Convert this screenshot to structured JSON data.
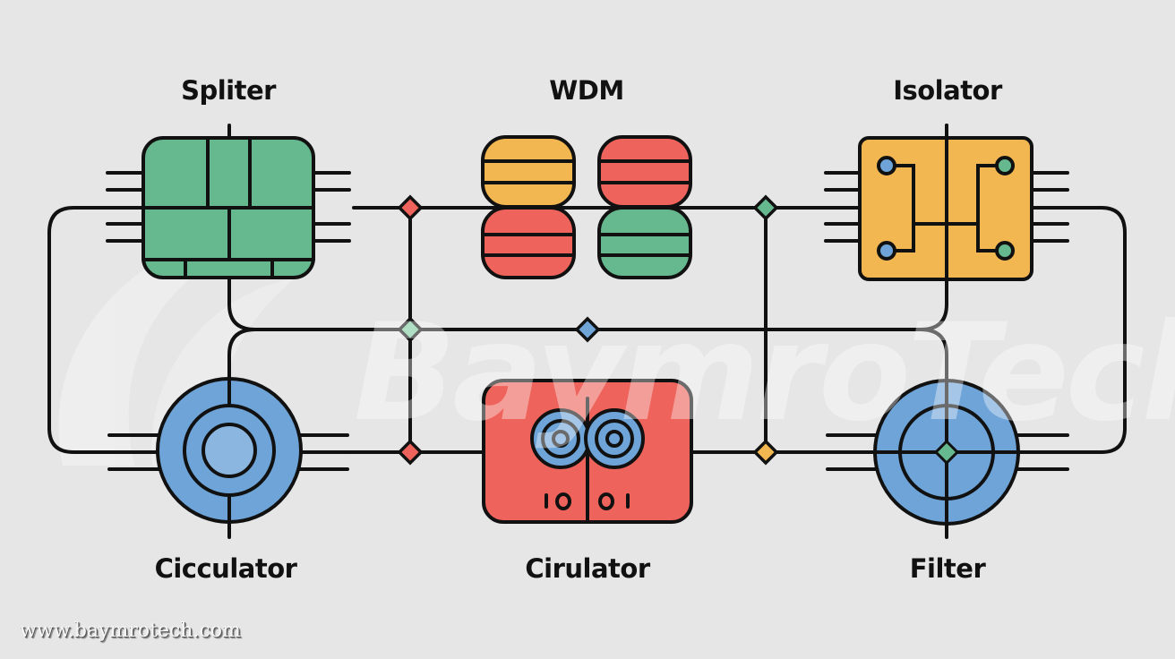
{
  "diagram": {
    "title": "Optical network components",
    "components": [
      {
        "id": "splitter",
        "label": "Spliter",
        "color": "#66b88e",
        "shape": "grid-chip"
      },
      {
        "id": "wdm",
        "label": "WDM",
        "colors": [
          "#f2b750",
          "#ee635b",
          "#ee635b",
          "#66b88e"
        ],
        "shape": "stacked-pills"
      },
      {
        "id": "isolator",
        "label": "Isolator",
        "color": "#f2b750",
        "port_colors": [
          "#6ea4d8",
          "#66b88e"
        ],
        "shape": "bracket-chip"
      },
      {
        "id": "circulator-left",
        "label": "Cicculator",
        "color": "#6ea4d8",
        "shape": "concentric-circle"
      },
      {
        "id": "circulator-center",
        "label": "Cirulator",
        "color": "#ee635b",
        "inner_color": "#6ea4d8",
        "text": "10|01",
        "shape": "dual-ring-box"
      },
      {
        "id": "filter",
        "label": "Filter",
        "color": "#6ea4d8",
        "center_color": "#66b88e",
        "shape": "crosshair-circle"
      }
    ],
    "junctions": [
      {
        "id": "j-top-left",
        "color": "#ee635b"
      },
      {
        "id": "j-top-right",
        "color": "#66b88e"
      },
      {
        "id": "j-mid-left",
        "color": "#7fcca0"
      },
      {
        "id": "j-mid-center",
        "color": "#6ea4d8"
      },
      {
        "id": "j-bottom-left",
        "color": "#ee635b"
      },
      {
        "id": "j-bottom-right",
        "color": "#f2b750"
      }
    ],
    "line_color": "#111111"
  },
  "watermark": {
    "text": "BaymroTech"
  },
  "footer": {
    "website": "www.baymrotech.com"
  }
}
